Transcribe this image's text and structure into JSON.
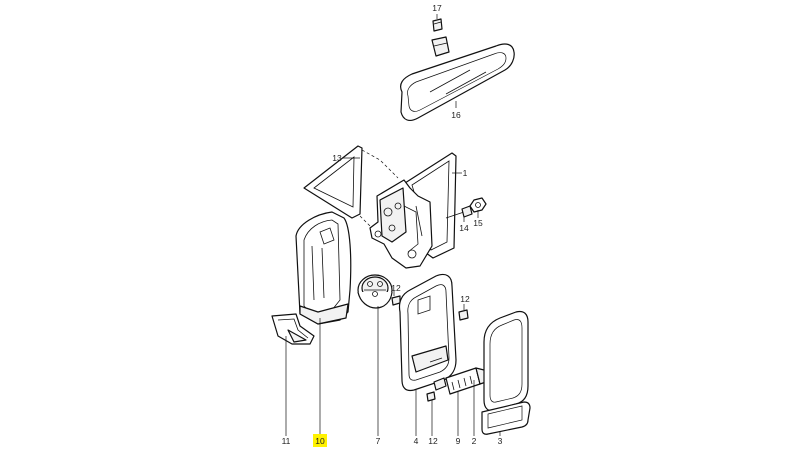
{
  "highlight_color": "#fff200",
  "callouts": [
    {
      "id": "17",
      "label": "17"
    },
    {
      "id": "16",
      "label": "16"
    },
    {
      "id": "13",
      "label": "13"
    },
    {
      "id": "1",
      "label": "1"
    },
    {
      "id": "14",
      "label": "14"
    },
    {
      "id": "15",
      "label": "15"
    },
    {
      "id": "12a",
      "label": "12"
    },
    {
      "id": "12b",
      "label": "12"
    },
    {
      "id": "12c",
      "label": "12"
    },
    {
      "id": "11",
      "label": "11"
    },
    {
      "id": "10",
      "label": "10",
      "highlighted": true
    },
    {
      "id": "7",
      "label": "7"
    },
    {
      "id": "4",
      "label": "4"
    },
    {
      "id": "9",
      "label": "9"
    },
    {
      "id": "2",
      "label": "2"
    },
    {
      "id": "3",
      "label": "3"
    }
  ]
}
